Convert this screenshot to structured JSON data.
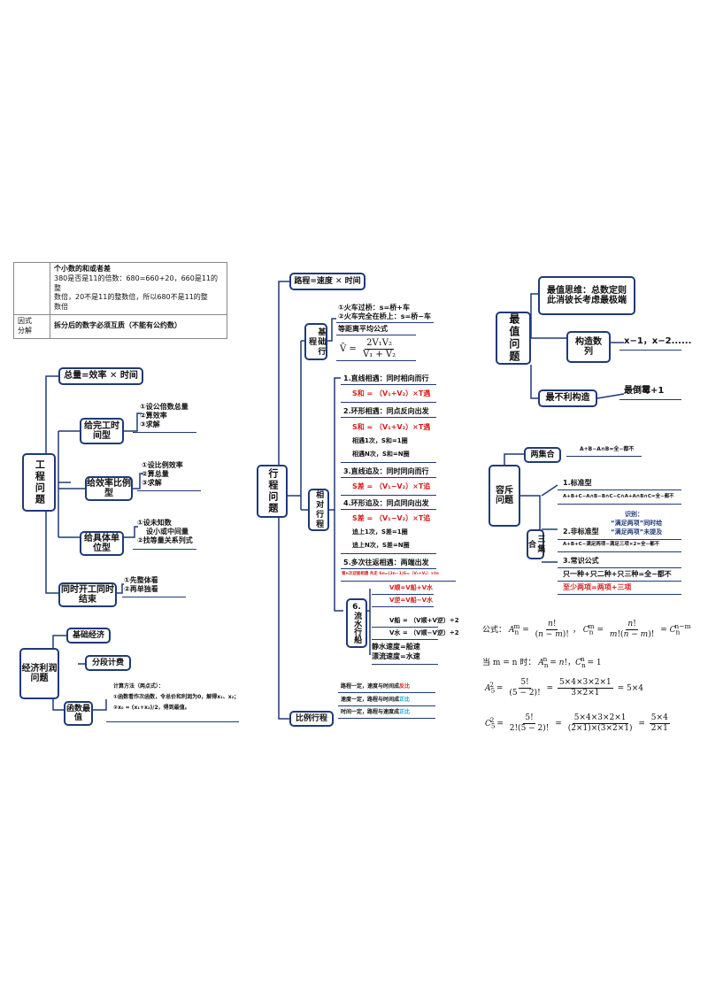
{
  "table": {
    "row1_title": "个小数的和或者差",
    "row1_lines": [
      "380是否是11的倍数：680=660+20，660是11的整",
      "数倍，20不是11的整数倍，所以680不是11的整",
      "数倍"
    ],
    "row2_label_a": "因式",
    "row2_label_b": "分解",
    "row2_text": "拆分后的数字必须互质（不能有公约数）"
  },
  "work": {
    "root": "工程问题",
    "total": "总量=效率 ✕ 时间",
    "b1": "给完工时间型",
    "b1_items": [
      "①设公倍数总量",
      "②算效率",
      "③求解"
    ],
    "b2": "给效率比例型",
    "b2_items": [
      "①设比例效率",
      "②算总量",
      "③求解"
    ],
    "b3": "给具体单位型",
    "b3_items": [
      "①设未知数",
      "设小或中间量",
      "②找等量关系列式"
    ],
    "b4": "同时开工同时结束",
    "b4_items": [
      "①先整体看",
      "②再单独看"
    ]
  },
  "econ": {
    "root": "经济利润问题",
    "b1": "基础经济",
    "b2": "分段计费",
    "b3": "函数最值",
    "b3_items": [
      "计算方法（两点式）：",
      "①函数看作次函数，令总价和利润为0，解得x₁、x₂；",
      "②x₀ = (x₁+x₂)/2，得到最值。"
    ]
  },
  "travel": {
    "root": "行程问题",
    "top": "路程=速度 ✕ 时间",
    "basic": "基础行程",
    "basic_items": [
      "①火车过桥：s=桥+车",
      "②火车完全在桥上：s=桥−车",
      "等距离平均公式"
    ],
    "avg_lhs": "V̄ =",
    "avg_num": "2V₁V₂",
    "avg_den": "V₁ + V₂",
    "relative": "相对行程",
    "r1": "1.直线相遇：同时相向而行",
    "r1_f": "S和 = （V₁+V₂）×T遇",
    "r2": "2.环形相遇：同点反向出发",
    "r2_f": "S和 = （V₁+V₂）×T遇",
    "r2_a": "相遇1次，S和=1圈",
    "r2_b": "相遇N次，S和=N圈",
    "r3": "3.直线追及：同时同向而行",
    "r3_f": "S差 = （V₁−V₂）×T追",
    "r4": "4.环形追及：同点同向出发",
    "r4_f": "S差 = （V₁−V₂）×T追",
    "r4_a": "追上1次，S差=1圈",
    "r4_b": "追上N次，S差=N圈",
    "r5": "5.多次往返相遇：两端出发",
    "r5_f": "第n次迎面相遇      共走 Sn=(2n−1)S=（V₁+V₂）×tn",
    "water_num": "6.",
    "water_label": "流水行船",
    "w1": "V顺=V船+V水",
    "w2": "V逆=V船−V水",
    "w3": "V船 = （V顺+V逆）÷2",
    "w4": "V水 = （V顺−V逆）÷2",
    "w5": "静水速度=船速",
    "w6": "漂流速度=水速",
    "ratio": "比例行程",
    "ratio_a1": "路程一定，速度与时间成",
    "ratio_a2": "反比",
    "ratio_b1": "速度一定，路程与时间成",
    "ratio_b2": "正比",
    "ratio_c1": "时间一定，路程与速度成",
    "ratio_c2": "正比"
  },
  "extreme": {
    "root": "最值问题",
    "b1": "最值思维：总数定则此消彼长考虑最极端",
    "b2": "构造数列",
    "b2_note": "x−1，x−2......",
    "b3": "最不利构造",
    "b3_note": "最倒霉+1"
  },
  "incl": {
    "root": "容斥问题",
    "two": "两集合",
    "two_f": "A+B−A∩B=全−都不",
    "three": "三集合",
    "t1": "1.标准型",
    "t1_f": "A+B+C−A∩B−B∩C−C∩A+A∩B∩C=全−都不",
    "t2": "2.非标准型",
    "t2_note": "识别：",
    "t2_note2": "“满足两项”同时给",
    "t2_note3": "“满足两项”未提及",
    "t2_f": "A+B+C−满足两项−满足三项×2=全−都不",
    "t3": "3.常识公式",
    "t3_f": "只一种+只二种+只三种=全−都不",
    "t3_r": "至少两项=两项+三项"
  },
  "perm": {
    "l1_label": "公式：",
    "l2": "当 m = n 时：",
    "A_lhs": "A",
    "C_lhs": "C"
  }
}
